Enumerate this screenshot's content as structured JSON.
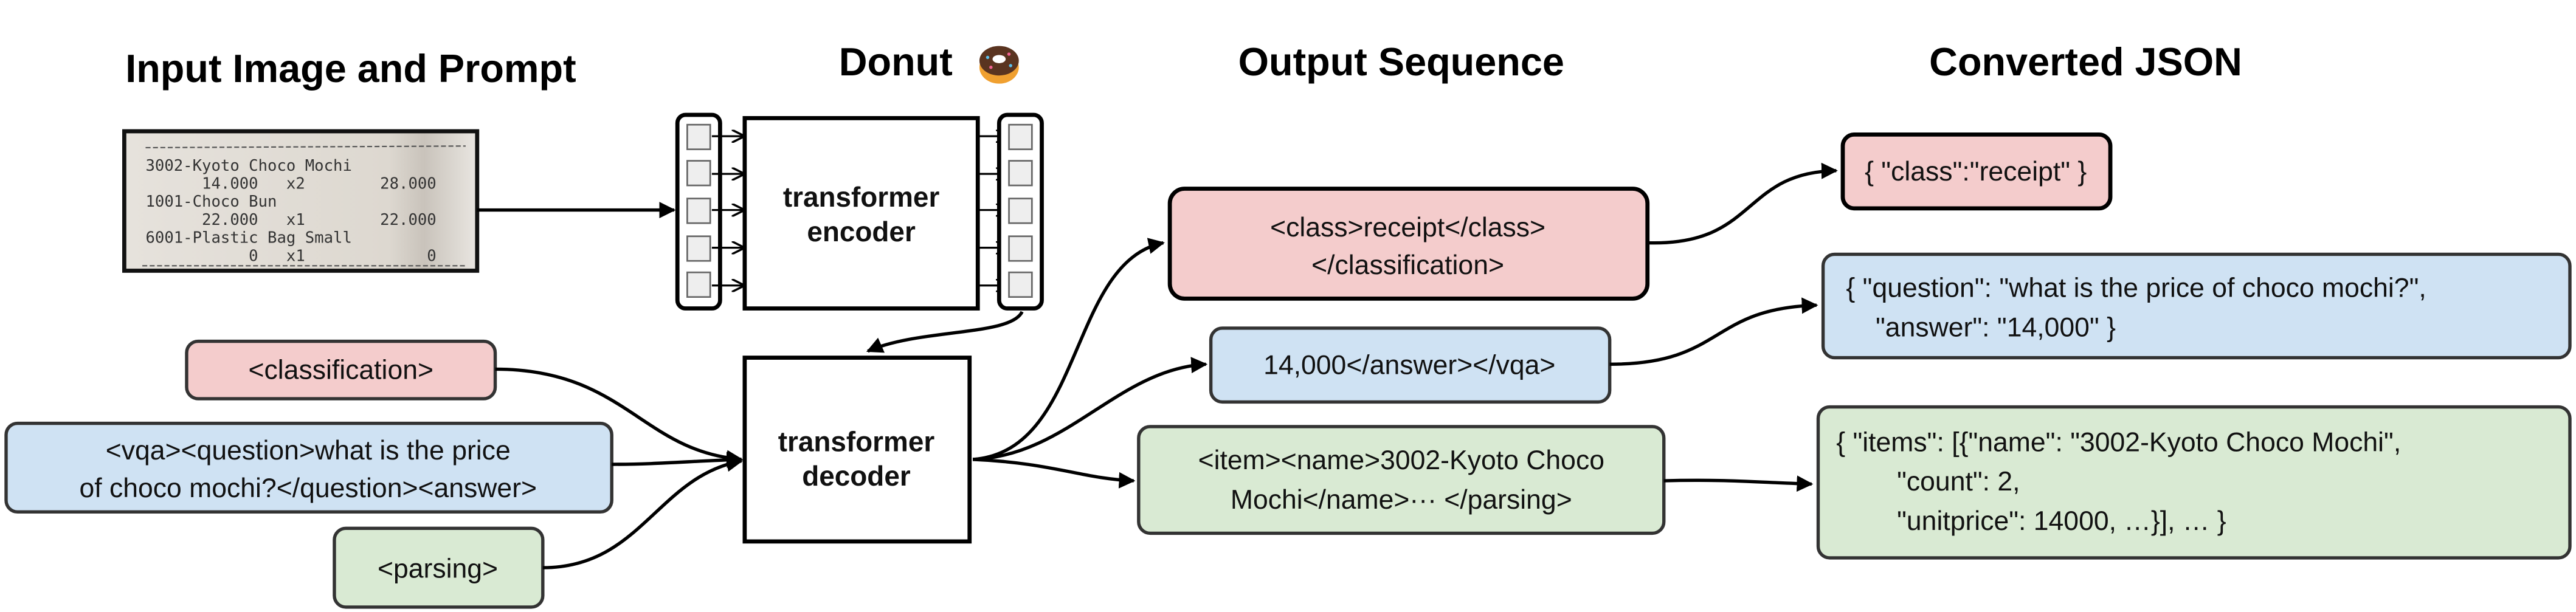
{
  "headers": {
    "input": "Input Image and Prompt",
    "model": "Donut",
    "model_icon": "donut-emoji",
    "output": "Output Sequence",
    "json": "Converted JSON"
  },
  "receipt": {
    "lines": [
      "3002-Kyoto Choco Mochi",
      "      14.000   x2        28.000",
      "1001-Choco Bun",
      "      22.000   x1        22.000",
      "6001-Plastic Bag Small",
      "           0   x1             0"
    ]
  },
  "encoder": {
    "line1": "transformer",
    "line2": "encoder"
  },
  "decoder": {
    "line1": "transformer",
    "line2": "decoder"
  },
  "prompts": {
    "classification": "<classification>",
    "vqa_line1": "<vqa><question>what is the price",
    "vqa_line2": "of choco mochi?</question><answer>",
    "parsing": "<parsing>"
  },
  "outputs": {
    "classification_line1": "<class>receipt</class>",
    "classification_line2": "</classification>",
    "vqa": "14,000</answer></vqa>",
    "parsing_line1": "<item><name>3002-Kyoto Choco",
    "parsing_line2": "Mochi</name>··· </parsing>"
  },
  "json_results": {
    "classification": "{ \"class\":\"receipt\" }",
    "vqa_line1": "{ \"question\": \"what is the price of choco mochi?\",",
    "vqa_line2": "\"answer\": \"14,000\" }",
    "parsing_line1": "{ \"items\": [{\"name\": \"3002-Kyoto Choco Mochi\",",
    "parsing_line2": "\"count\": 2,",
    "parsing_line3": "\"unitprice\": 14000, …}], … }"
  },
  "colors": {
    "classification": "#f4cccc",
    "vqa": "#cfe2f3",
    "parsing": "#d9ead3",
    "token": "#eeeeee"
  }
}
